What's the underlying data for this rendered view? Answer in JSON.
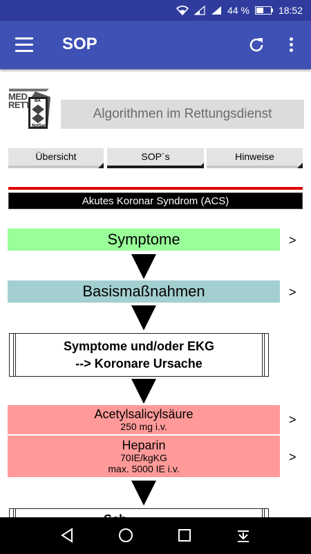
{
  "status_bar": {
    "battery_text": "44 %",
    "time": "18:52",
    "icons": [
      "wifi-icon",
      "signal-icon",
      "signal-icon",
      "battery-icon"
    ]
  },
  "app_bar": {
    "title": "SOP",
    "icons": [
      "menu-icon",
      "refresh-icon",
      "more-vert-icon"
    ]
  },
  "logo": {
    "line1": "MED",
    "line2": "RETT",
    "badge_top": "BA",
    "badge_bottom": "NotSan"
  },
  "heading": "Algorithmen im Rettungsdienst",
  "tabs": [
    {
      "label": "Übersicht",
      "active": false
    },
    {
      "label": "SOP´s",
      "active": true
    },
    {
      "label": "Hinweise",
      "active": false
    }
  ],
  "section_title": "Akutes Koronar Syndrom (ACS)",
  "flow": {
    "symptome": "Symptome",
    "basis": "Basismaßnahmen",
    "decision_line1": "Symptome und/oder EKG",
    "decision_line2": "--> Koronare Ursache",
    "ass_name": "Acetylsalicylsäure",
    "ass_dose": "250 mg i.v.",
    "heparin_name": "Heparin",
    "heparin_dose1": "70IE/kgKG",
    "heparin_dose2": "max. 5000 IE i.v.",
    "next_partial": "Sch...",
    "chevron": ">"
  },
  "colors": {
    "status_bar": "#2f3c9e",
    "app_bar": "#3f51b5",
    "green_block": "#99ff99",
    "teal_block": "#a3cfd1",
    "red_block": "#ff9a99",
    "red_line": "#e00000"
  },
  "nav_bar": {
    "icons": [
      "back-icon",
      "home-icon",
      "recents-icon",
      "notification-pull-icon"
    ]
  }
}
